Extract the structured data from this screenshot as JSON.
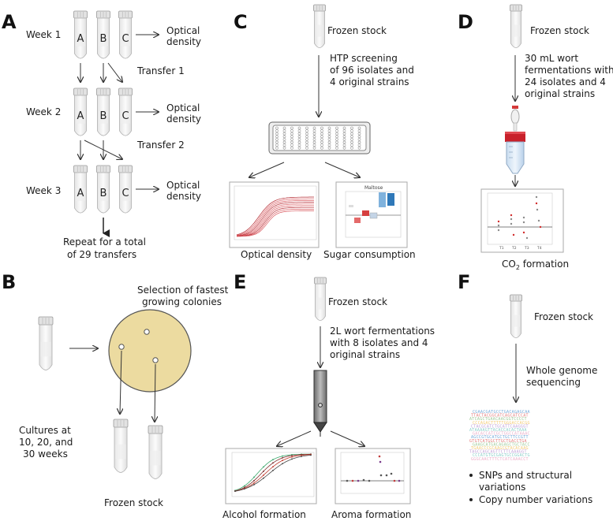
{
  "panels": {
    "A": {
      "letter": "A",
      "weeks": [
        "Week 1",
        "Week 2",
        "Week 3"
      ],
      "tubes": [
        "A",
        "B",
        "C"
      ],
      "measure": [
        "Optical",
        "density"
      ],
      "transfers": [
        "Transfer 1",
        "Transfer 2"
      ],
      "repeat": [
        "Repeat for a total",
        "of 29 transfers"
      ]
    },
    "B": {
      "letter": "B",
      "selection": [
        "Selection of fastest",
        "growing colonies"
      ],
      "cultures": [
        "Cultures at",
        "10, 20, and",
        "30 weeks"
      ],
      "result": "Frozen stock",
      "plate_color": "#ecdba0"
    },
    "C": {
      "letter": "C",
      "stock": "Frozen stock",
      "screening": [
        "HTP screening",
        "of 96 isolates and",
        "4 original strains"
      ],
      "out_left": "Optical density",
      "out_right": "Sugar consumption",
      "inset_title": "Maltose"
    },
    "D": {
      "letter": "D",
      "stock": "Frozen stock",
      "fermentation": [
        "30 mL wort",
        "fermentations with",
        "24 isolates and 4",
        "original strains"
      ],
      "result_main": "CO",
      "result_sub": "2",
      "result_tail": " formation",
      "ticks": [
        "T1",
        "T2",
        "T3",
        "T4"
      ]
    },
    "E": {
      "letter": "E",
      "stock": "Frozen stock",
      "fermentation": [
        "2L wort fermentations",
        "with 8 isolates and 4",
        "original strains"
      ],
      "out_left": "Alcohol formation",
      "out_right": "Aroma formation"
    },
    "F": {
      "letter": "F",
      "stock": "Frozen stock",
      "sequencing": [
        "Whole genome",
        "sequencing"
      ],
      "bullets": [
        "SNPs and structural",
        "variations",
        "Copy number variations"
      ]
    }
  }
}
